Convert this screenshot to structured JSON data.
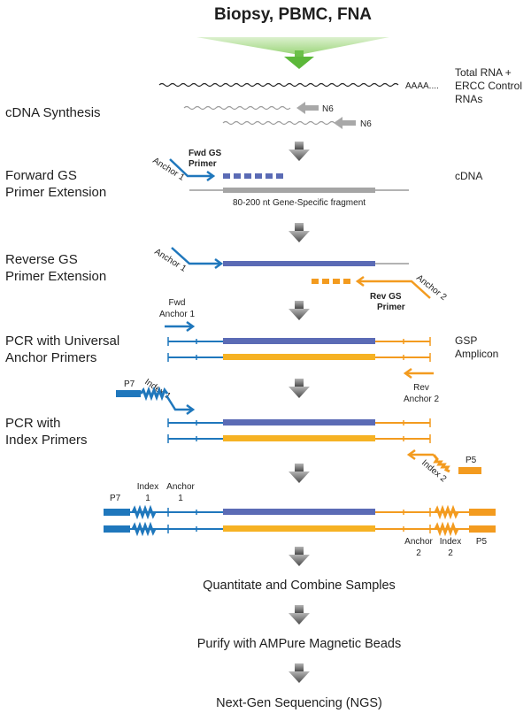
{
  "title": "Biopsy, PBMC, FNA",
  "steps": {
    "cdna_synthesis": "cDNA Synthesis",
    "forward_line1": "Forward GS",
    "forward_line2": "Primer Extension",
    "reverse_line1": "Reverse GS",
    "reverse_line2": "Primer Extension",
    "pcr_universal_line1": "PCR with Universal",
    "pcr_universal_line2": "Anchor Primers",
    "pcr_index_line1": "PCR with",
    "pcr_index_line2": "Index Primers"
  },
  "right_labels": {
    "total_rna_line1": "Total RNA +",
    "total_rna_line2": "ERCC Control",
    "total_rna_line3": "RNAs",
    "cdna": "cDNA",
    "gsp_line1": "GSP",
    "gsp_line2": "Amplicon"
  },
  "labels": {
    "polya": "AAAA....",
    "n6_a": "N6",
    "n6_b": "N6",
    "fwd_gs_line1": "Fwd GS",
    "fwd_gs_line2": "Primer",
    "anchor1_a": "Anchor 1",
    "anchor1_b": "Anchor 1",
    "fragment": "80-200 nt Gene-Specific fragment",
    "rev_gs_line1": "Rev GS",
    "rev_gs_line2": "Primer",
    "anchor2_a": "Anchor 2",
    "fwd_anchor_line1": "Fwd",
    "fwd_anchor_line2": "Anchor 1",
    "rev_anchor_line1": "Rev",
    "rev_anchor_line2": "Anchor 2",
    "p7_a": "P7",
    "index1_a": "Index 1",
    "p5_a": "P5",
    "index2_a": "Index 2",
    "final_p7": "P7",
    "final_index_line1": "Index",
    "final_index_line2": "1",
    "final_anchor_line1": "Anchor",
    "final_anchor_line2": "1",
    "final_anchor2_line1": "Anchor",
    "final_anchor2_line2": "2",
    "final_index2_line1": "Index",
    "final_index2_line2": "2",
    "final_p5": "P5"
  },
  "bottom_steps": {
    "quantitate": "Quantitate and Combine Samples",
    "purify": "Purify with AMPure Magnetic Beads",
    "ngs": "Next-Gen Sequencing (NGS)"
  },
  "colors": {
    "blue": "#1f77bc",
    "purple": "#5b6bb5",
    "orange": "#f39b1f",
    "yellow": "#f6b223",
    "gray": "#9a9a9a",
    "green": "#6cc04a"
  }
}
